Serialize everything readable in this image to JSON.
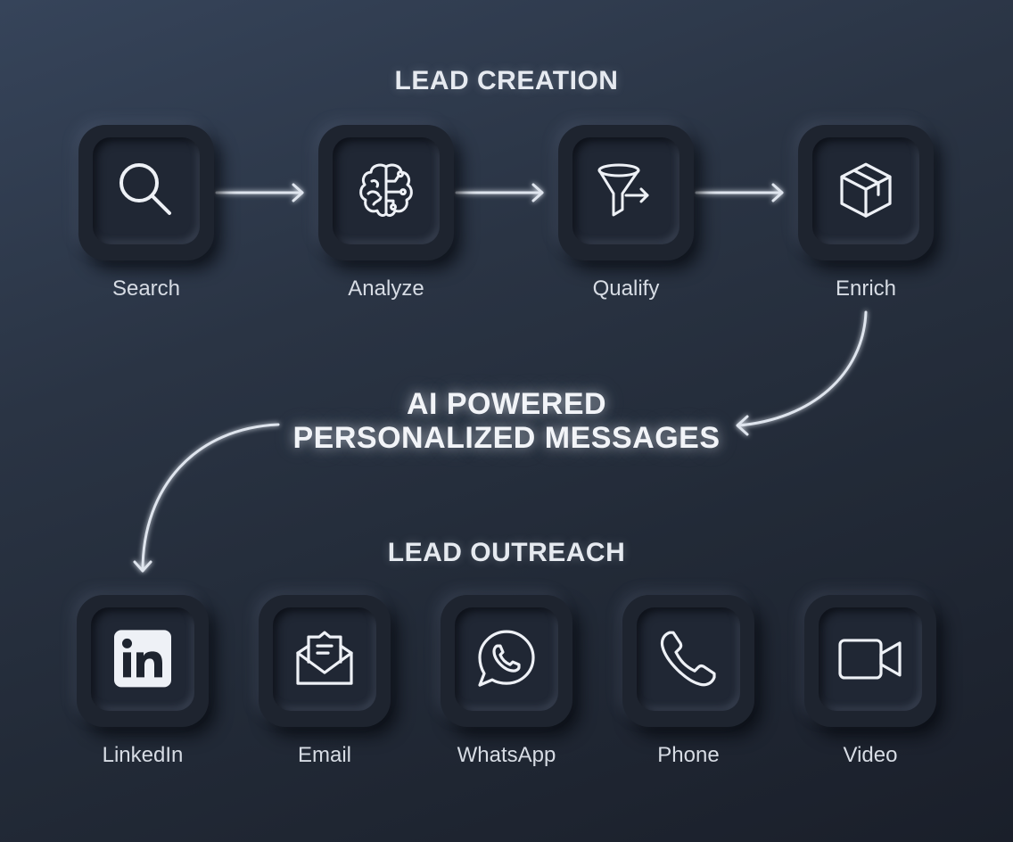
{
  "sections": {
    "lead_creation": "LEAD CREATION",
    "ai_line1": "AI POWERED",
    "ai_line2": "PERSONALIZED MESSAGES",
    "lead_outreach": "LEAD OUTREACH"
  },
  "creation_steps": [
    {
      "label": "Search",
      "icon": "search-icon"
    },
    {
      "label": "Analyze",
      "icon": "brain-icon"
    },
    {
      "label": "Qualify",
      "icon": "funnel-icon"
    },
    {
      "label": "Enrich",
      "icon": "box-icon"
    }
  ],
  "outreach_channels": [
    {
      "label": "LinkedIn",
      "icon": "linkedin-icon"
    },
    {
      "label": "Email",
      "icon": "email-icon"
    },
    {
      "label": "WhatsApp",
      "icon": "whatsapp-icon"
    },
    {
      "label": "Phone",
      "icon": "phone-icon"
    },
    {
      "label": "Video",
      "icon": "video-icon"
    }
  ],
  "colors": {
    "background_top": "#36445a",
    "background_bottom": "#1a1f2a",
    "tile": "#1e242f",
    "icon_stroke": "#eef1f6",
    "text": "#d7dce4"
  }
}
